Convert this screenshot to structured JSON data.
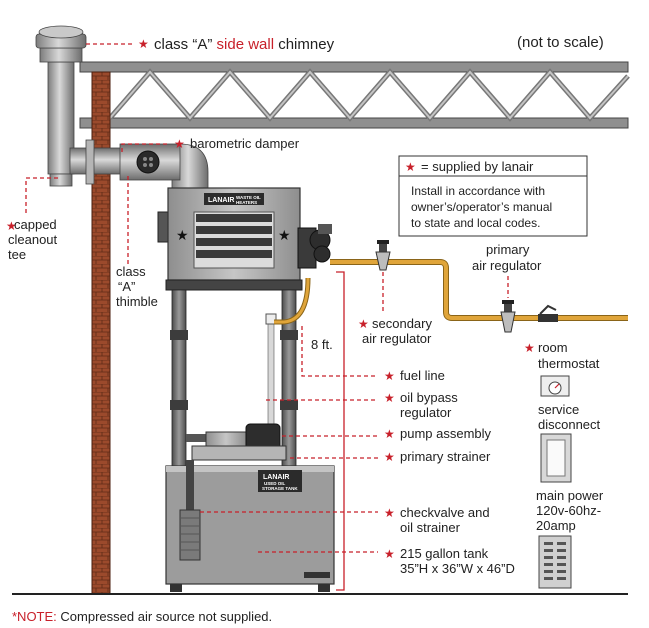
{
  "title": {
    "prefix": "class “A”",
    "highlight": "side wall",
    "suffix": "chimney",
    "scale_note": "(not to scale)"
  },
  "legend": {
    "star_text": "= supplied by lanair",
    "install_lines": [
      "Install in accordance with",
      "owner’s/operator’s manual",
      "to state and local codes."
    ]
  },
  "labels": {
    "barometric_damper": "barometric  damper",
    "capped_tee": [
      "capped",
      "cleanout",
      "tee"
    ],
    "thimble": [
      "class",
      "“A”",
      "thimble"
    ],
    "primary_air_regulator": [
      "primary",
      "air regulator"
    ],
    "secondary_air_regulator": [
      "secondary",
      "air regulator"
    ],
    "height": "8 ft.",
    "fuel_line": "fuel line",
    "oil_bypass": [
      "oil bypass",
      "regulator"
    ],
    "pump_assembly": "pump assembly",
    "primary_strainer": "primary strainer",
    "checkvalve": [
      "checkvalve and",
      "oil strainer"
    ],
    "tank": [
      "215 gallon tank",
      "35”H x 36”W x 46”D"
    ],
    "room_thermostat": [
      "room",
      "thermostat"
    ],
    "service_disconnect": [
      "service",
      "disconnect"
    ],
    "main_power": [
      "main power",
      "120v-60hz-",
      "20amp"
    ]
  },
  "brand": {
    "heater_name": "LANAIR",
    "heater_sub": [
      "WASTE OIL",
      "HEATERS"
    ],
    "tank_name": "LANAIR",
    "tank_sub": [
      "USED OIL",
      "STORAGE TANK"
    ]
  },
  "note": {
    "label": "*NOTE:",
    "text": "Compressed air source not supplied."
  },
  "colors": {
    "accent_red": "#c8202a",
    "fuel_line": "#e0a53a",
    "steel": "#9a9a9a",
    "brick": "#8a3a22"
  }
}
